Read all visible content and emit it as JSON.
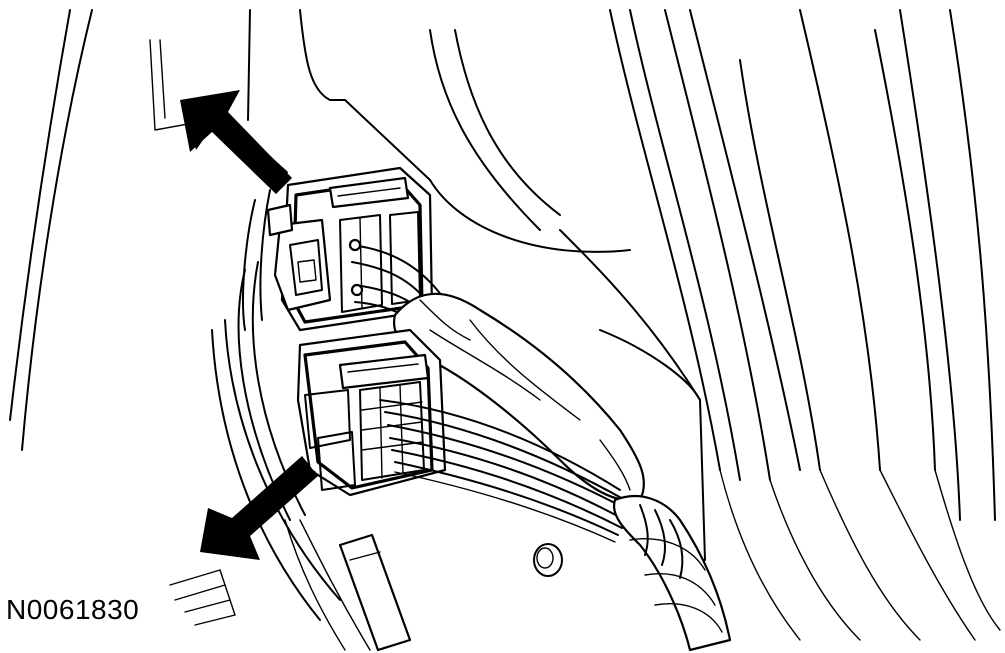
{
  "figure": {
    "id_label": "N0061830"
  },
  "icons": {
    "upper_arrow": "arrow-pointing-to-upper-connector",
    "lower_arrow": "arrow-pointing-to-lower-connector"
  }
}
